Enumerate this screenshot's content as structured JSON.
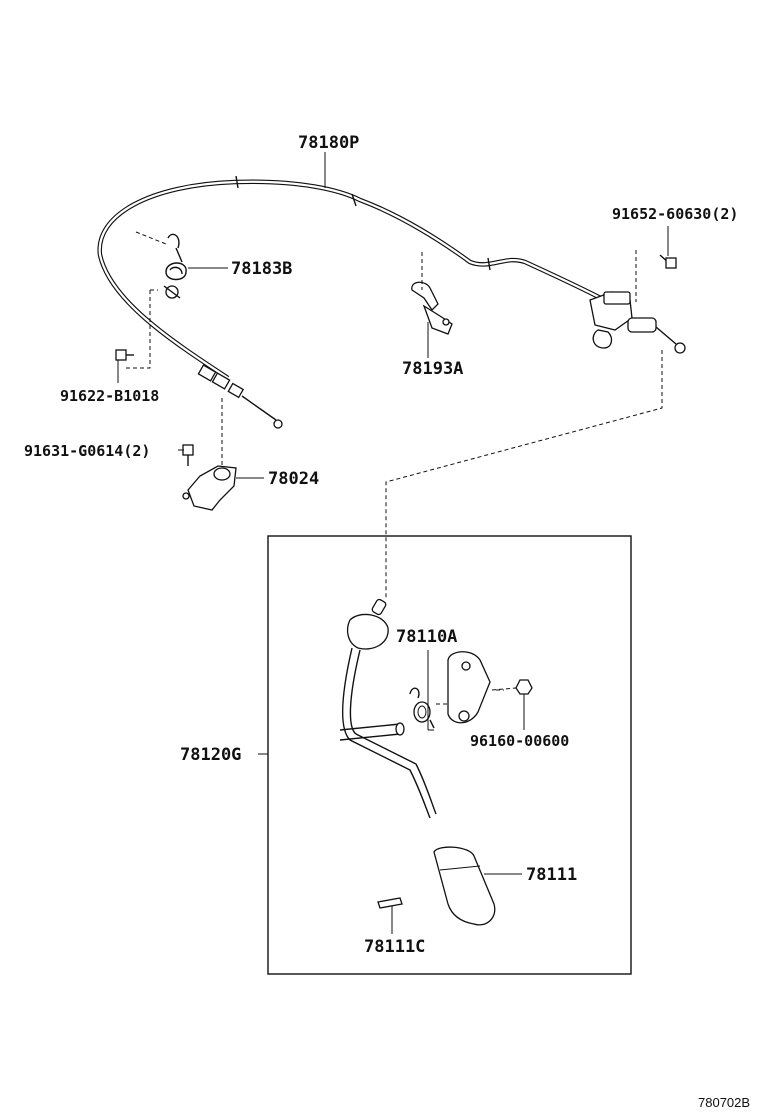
{
  "parts": {
    "cable": "78180P",
    "spring_upper": "78183B",
    "clamp_mid": "78193A",
    "bolt_right": "91652-60630(2)",
    "bolt_left": "91622-B1018",
    "bolt_bracket": "91631-G0614(2)",
    "bracket": "78024",
    "pedal_lever": "78110A",
    "pedal_assy": "78120G",
    "nut": "96160-00600",
    "pedal_pad": "78111",
    "pad_pin": "78111C"
  },
  "diagram_id": "780702B"
}
